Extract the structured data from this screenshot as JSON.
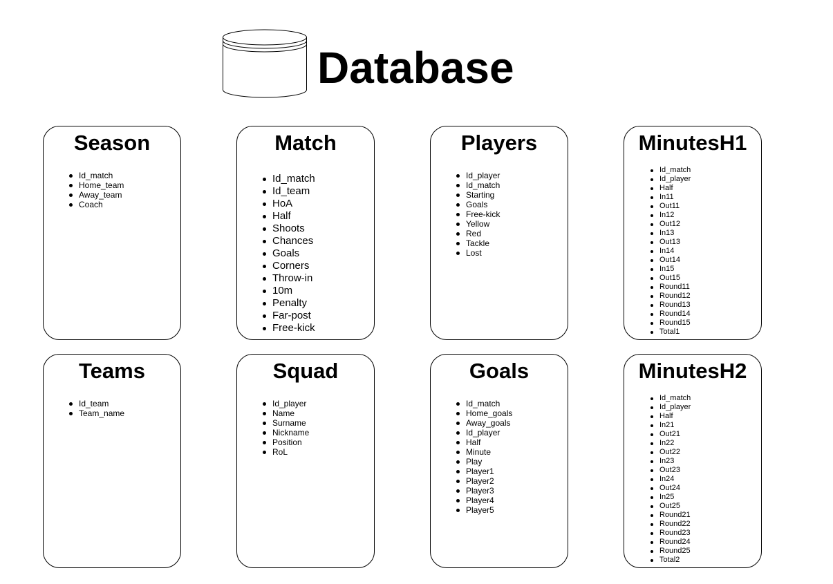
{
  "title": "Database",
  "tables": [
    {
      "name": "Season",
      "fields": [
        "Id_match",
        "Home_team",
        "Away_team",
        "Coach"
      ]
    },
    {
      "name": "Match",
      "fields": [
        "Id_match",
        "Id_team",
        "HoA",
        "Half",
        "Shoots",
        "Chances",
        "Goals",
        "Corners",
        "Throw-in",
        "10m",
        "Penalty",
        "Far-post",
        "Free-kick"
      ]
    },
    {
      "name": "Players",
      "fields": [
        "Id_player",
        "Id_match",
        "Starting",
        "Goals",
        "Free-kick",
        "Yellow",
        "Red",
        "Tackle",
        "Lost"
      ]
    },
    {
      "name": "MinutesH1",
      "fields": [
        "Id_match",
        "Id_player",
        "Half",
        "In11",
        "Out11",
        "In12",
        "Out12",
        "In13",
        "Out13",
        "In14",
        "Out14",
        "In15",
        "Out15",
        "Round11",
        "Round12",
        "Round13",
        "Round14",
        "Round15",
        "Total1"
      ]
    },
    {
      "name": "Teams",
      "fields": [
        "Id_team",
        "Team_name"
      ]
    },
    {
      "name": "Squad",
      "fields": [
        "Id_player",
        "Name",
        "Surname",
        "Nickname",
        "Position",
        "RoL"
      ]
    },
    {
      "name": "Goals",
      "fields": [
        "Id_match",
        "Home_goals",
        "Away_goals",
        "Id_player",
        "Half",
        "Minute",
        "Play",
        "Player1",
        "Player2",
        "Player3",
        "Player4",
        "Player5"
      ]
    },
    {
      "name": "MinutesH2",
      "fields": [
        "Id_match",
        "Id_player",
        "Half",
        "In21",
        "Out21",
        "In22",
        "Out22",
        "In23",
        "Out23",
        "In24",
        "Out24",
        "In25",
        "Out25",
        "Round21",
        "Round22",
        "Round23",
        "Round24",
        "Round25",
        "Total2"
      ]
    }
  ]
}
